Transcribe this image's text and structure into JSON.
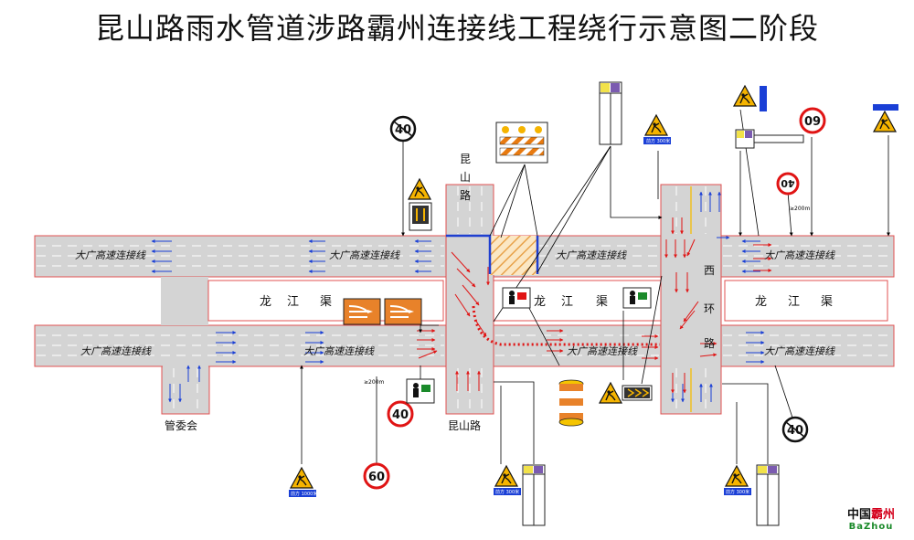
{
  "title": "昆山路雨水管道涉路霸州连接线工程绕行示意图二阶段",
  "labels": {
    "expressway": "大广高速连接线",
    "canal_1": "龙",
    "canal_2": "江",
    "canal_3": "渠",
    "kunshan_road": "昆山路",
    "kunshan_v1": "昆",
    "kunshan_v2": "山",
    "kunshan_v3": "路",
    "xihuan_v1": "西",
    "xihuan_v2": "环",
    "xihuan_v3": "路",
    "guanweihui": "管委会"
  },
  "speed_signs": {
    "s40": "40",
    "s60": "60",
    "s09": "09"
  },
  "distance_signs": {
    "d200": "≥200m"
  },
  "plates": {
    "p300": "前方 300米",
    "p1000": "前方 1000米"
  },
  "logo": {
    "main": "中国",
    "accent": "霸州",
    "sub": "BaZhou"
  }
}
